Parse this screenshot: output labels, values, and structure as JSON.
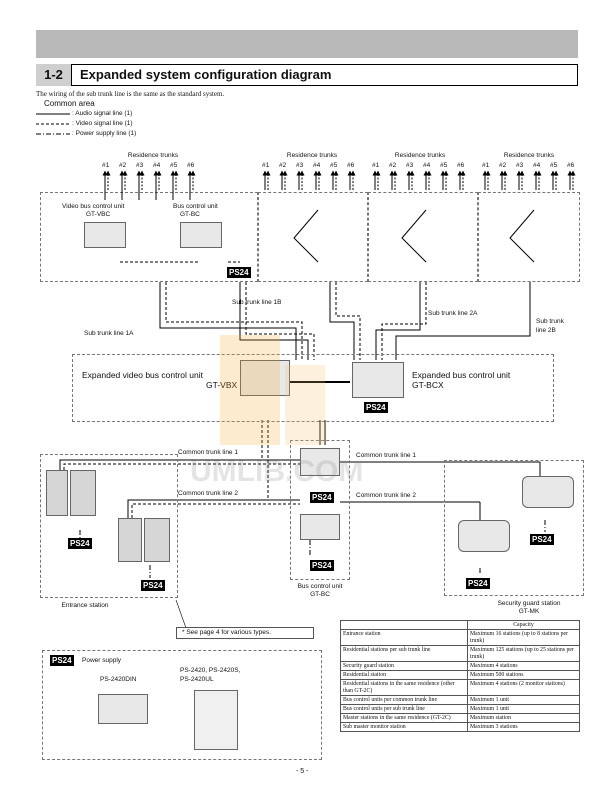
{
  "section": {
    "number": "1-2",
    "title": "Expanded system configuration diagram"
  },
  "intro": "The wiring of the sub trunk line is the same as the standard system.",
  "legend": {
    "title": "Common area",
    "items": [
      ": Audio signal line (1)",
      ": Video signal line (1)",
      ": Power supply line (1)"
    ]
  },
  "trunks": {
    "label": "Residence trunks",
    "numbers": [
      "#1",
      "#2",
      "#3",
      "#4",
      "#5",
      "#6"
    ]
  },
  "units": {
    "gt_vbc_title": "Video bus control unit",
    "gt_vbc_model": "GT-VBC",
    "gt_bc_title": "Bus control unit",
    "gt_bc_model": "GT-BC",
    "gt_vbx_title": "Expanded video bus control unit",
    "gt_vbx_model": "GT-VBX",
    "gt_bcx_title": "Expanded bus control unit",
    "gt_bcx_model": "GT-BCX",
    "bottom_bc_title": "Bus control unit",
    "bottom_bc_model": "GT-BC"
  },
  "lines": {
    "sub1a": "Sub trunk line 1A",
    "sub1b": "Sub trunk line 1B",
    "sub2a": "Sub trunk line 2A",
    "sub2b_1": "Sub trunk",
    "sub2b_2": "line 2B",
    "common1": "Common trunk line 1",
    "common2": "Common trunk line 2"
  },
  "badge": "PS24",
  "entrance_label": "Entrance station",
  "guard_title": "Security guard station",
  "guard_model": "GT-MK",
  "note": "* See page 4 for various types.",
  "power": {
    "title": "Power supply",
    "model1": "PS-2420DIN",
    "model2_l1": "PS-2420, PS-2420S,",
    "model2_l2": "PS-2420UL"
  },
  "table": {
    "header": "Capacity",
    "rows": [
      [
        "Entrance station",
        "Maximum 16 stations (up to 8 stations per trunk)"
      ],
      [
        "Residential stations per sub trunk line",
        "Maximum 125 stations (up to 25 stations per trunk)"
      ],
      [
        "Security guard station",
        "Maximum 4 stations"
      ],
      [
        "Residential station",
        "Maximum 500 stations"
      ],
      [
        "Residential stations in the same residence (other than GT-2C)",
        "Maximum 4 stations (2 monitor stations)"
      ],
      [
        "Bus control units per common trunk line",
        "Maximum 1 unit"
      ],
      [
        "Bus control units per sub trunk line",
        "Maximum 1 unit"
      ],
      [
        "Master stations in the same residence (GT-2C)",
        "Maximum station"
      ],
      [
        "Sub master monitor station",
        "Maximum 3 stations"
      ]
    ]
  },
  "watermark": "UMLIB.COM",
  "page_number": "- 5 -"
}
